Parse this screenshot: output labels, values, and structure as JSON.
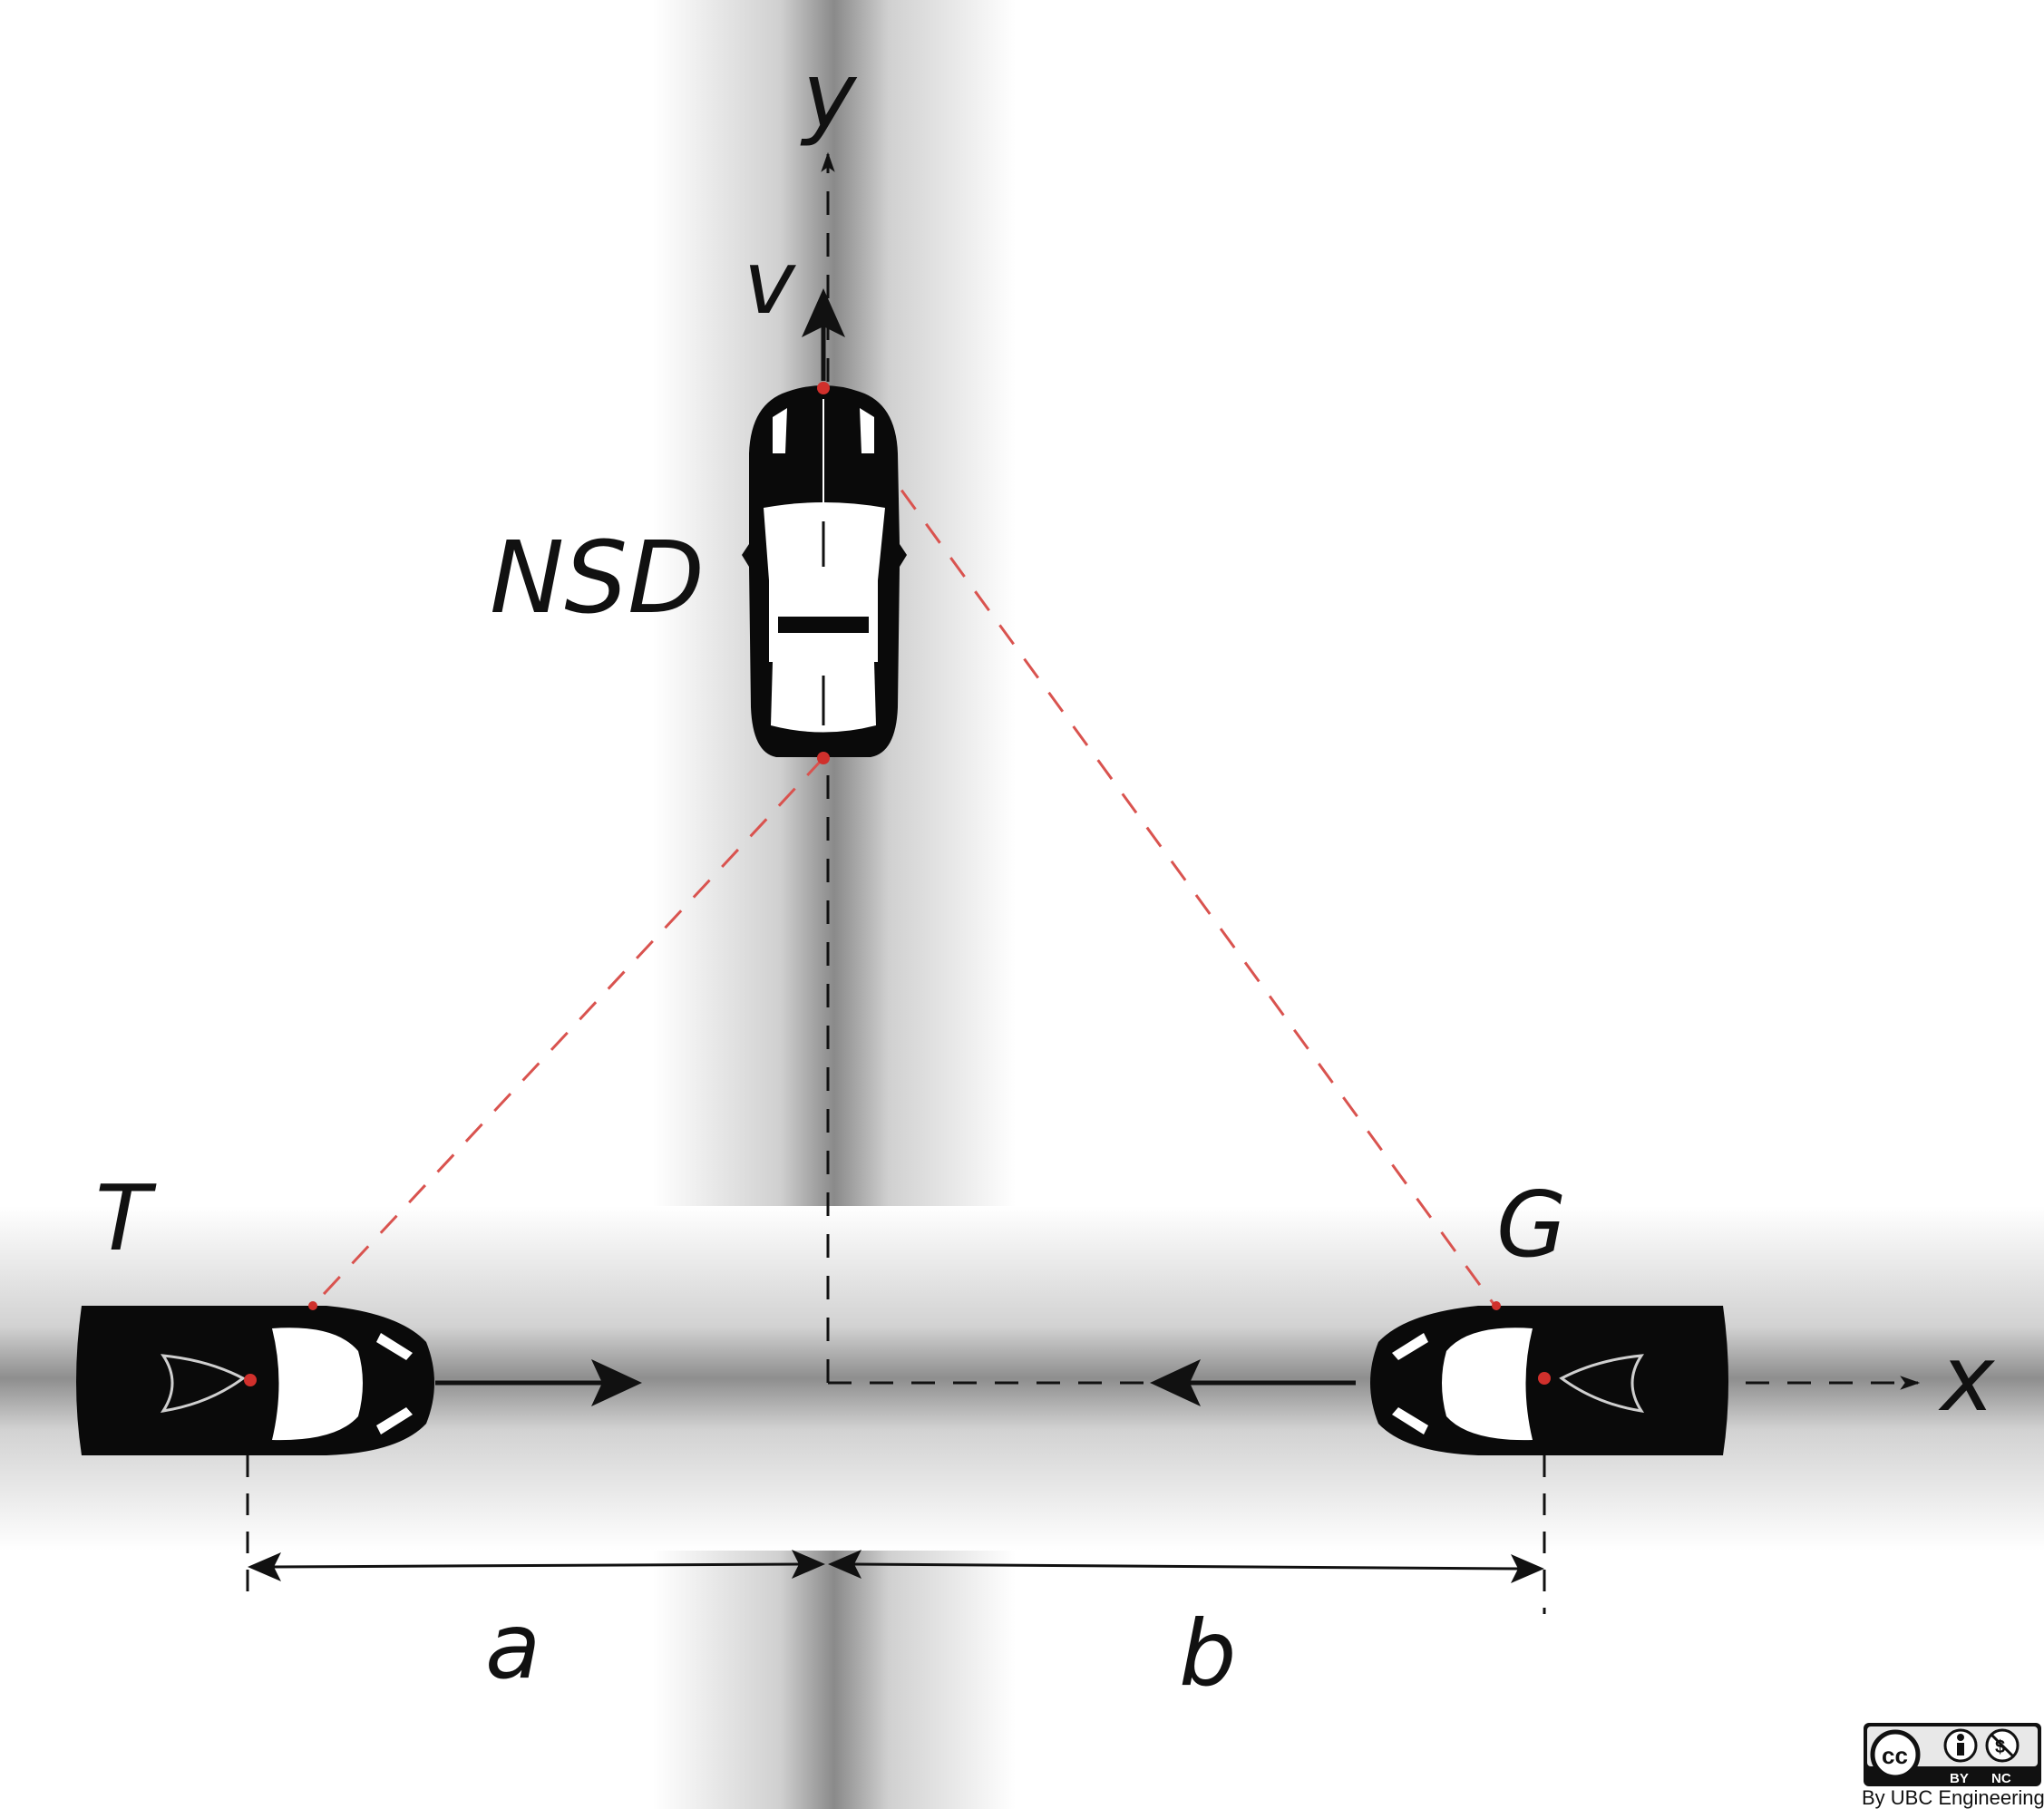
{
  "labels": {
    "y_axis": "y",
    "x_axis": "x",
    "velocity": "v",
    "car_top": "NSD",
    "car_left": "T",
    "car_right": "G",
    "dist_left": "a",
    "dist_right": "b"
  },
  "license": {
    "cc": "cc",
    "by": "BY",
    "nc": "NC",
    "credit": "By UBC Engineering"
  },
  "colors": {
    "sight_line": "#d9534f",
    "marker": "#d0302c",
    "car_body": "#0a0a0a",
    "glass": "#ffffff",
    "axis": "#111111"
  }
}
